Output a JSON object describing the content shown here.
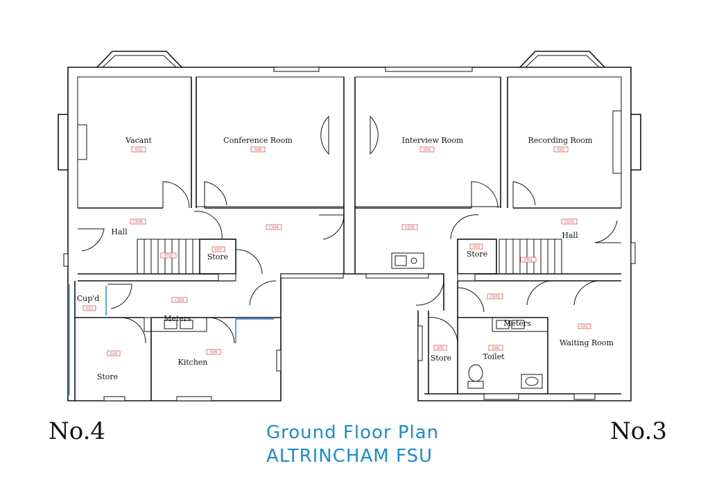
{
  "labels": {
    "left_building": "No.4",
    "right_building": "No.3"
  },
  "title": {
    "line1": "Ground Floor Plan",
    "line2": "ALTRINCHAM FSU"
  },
  "rooms": [
    {
      "id": "vacant",
      "name": "Vacant",
      "code": "G12"
    },
    {
      "id": "conference",
      "name": "Conference Room",
      "code": "G08"
    },
    {
      "id": "interview",
      "name": "Interview Room",
      "code": "G04"
    },
    {
      "id": "recording",
      "name": "Recording Room",
      "code": "G02"
    },
    {
      "id": "hall-left",
      "name": "Hall",
      "code": "CG06"
    },
    {
      "id": "hall-right",
      "name": "Hall",
      "code": "CG01"
    },
    {
      "id": "store-upper-left",
      "name": "Store",
      "code": "G07"
    },
    {
      "id": "store-upper-right",
      "name": "Store",
      "code": "G03"
    },
    {
      "id": "cupd",
      "name": "Cup'd",
      "code": "G11"
    },
    {
      "id": "store-lower-left",
      "name": "Store",
      "code": "G10"
    },
    {
      "id": "kitchen",
      "name": "Kitchen",
      "code": "G09"
    },
    {
      "id": "store-lower-right",
      "name": "Store",
      "code": "G05"
    },
    {
      "id": "toilet",
      "name": "Toilet",
      "code": "G06"
    },
    {
      "id": "waiting",
      "name": "Waiting Room",
      "code": "G01"
    }
  ],
  "meters": {
    "left": "Meters",
    "right": "Meters"
  },
  "circulation_tags": {
    "corridor_left": "CG04",
    "corridor_right": "CG02",
    "lobby_left": "CG05",
    "lobby_right": "CG03",
    "stair_left": "ST02",
    "stair_right": "ST01"
  },
  "colors": {
    "walls": "#111111",
    "title": "#1a8ccf",
    "room_tags": "#d04040"
  }
}
